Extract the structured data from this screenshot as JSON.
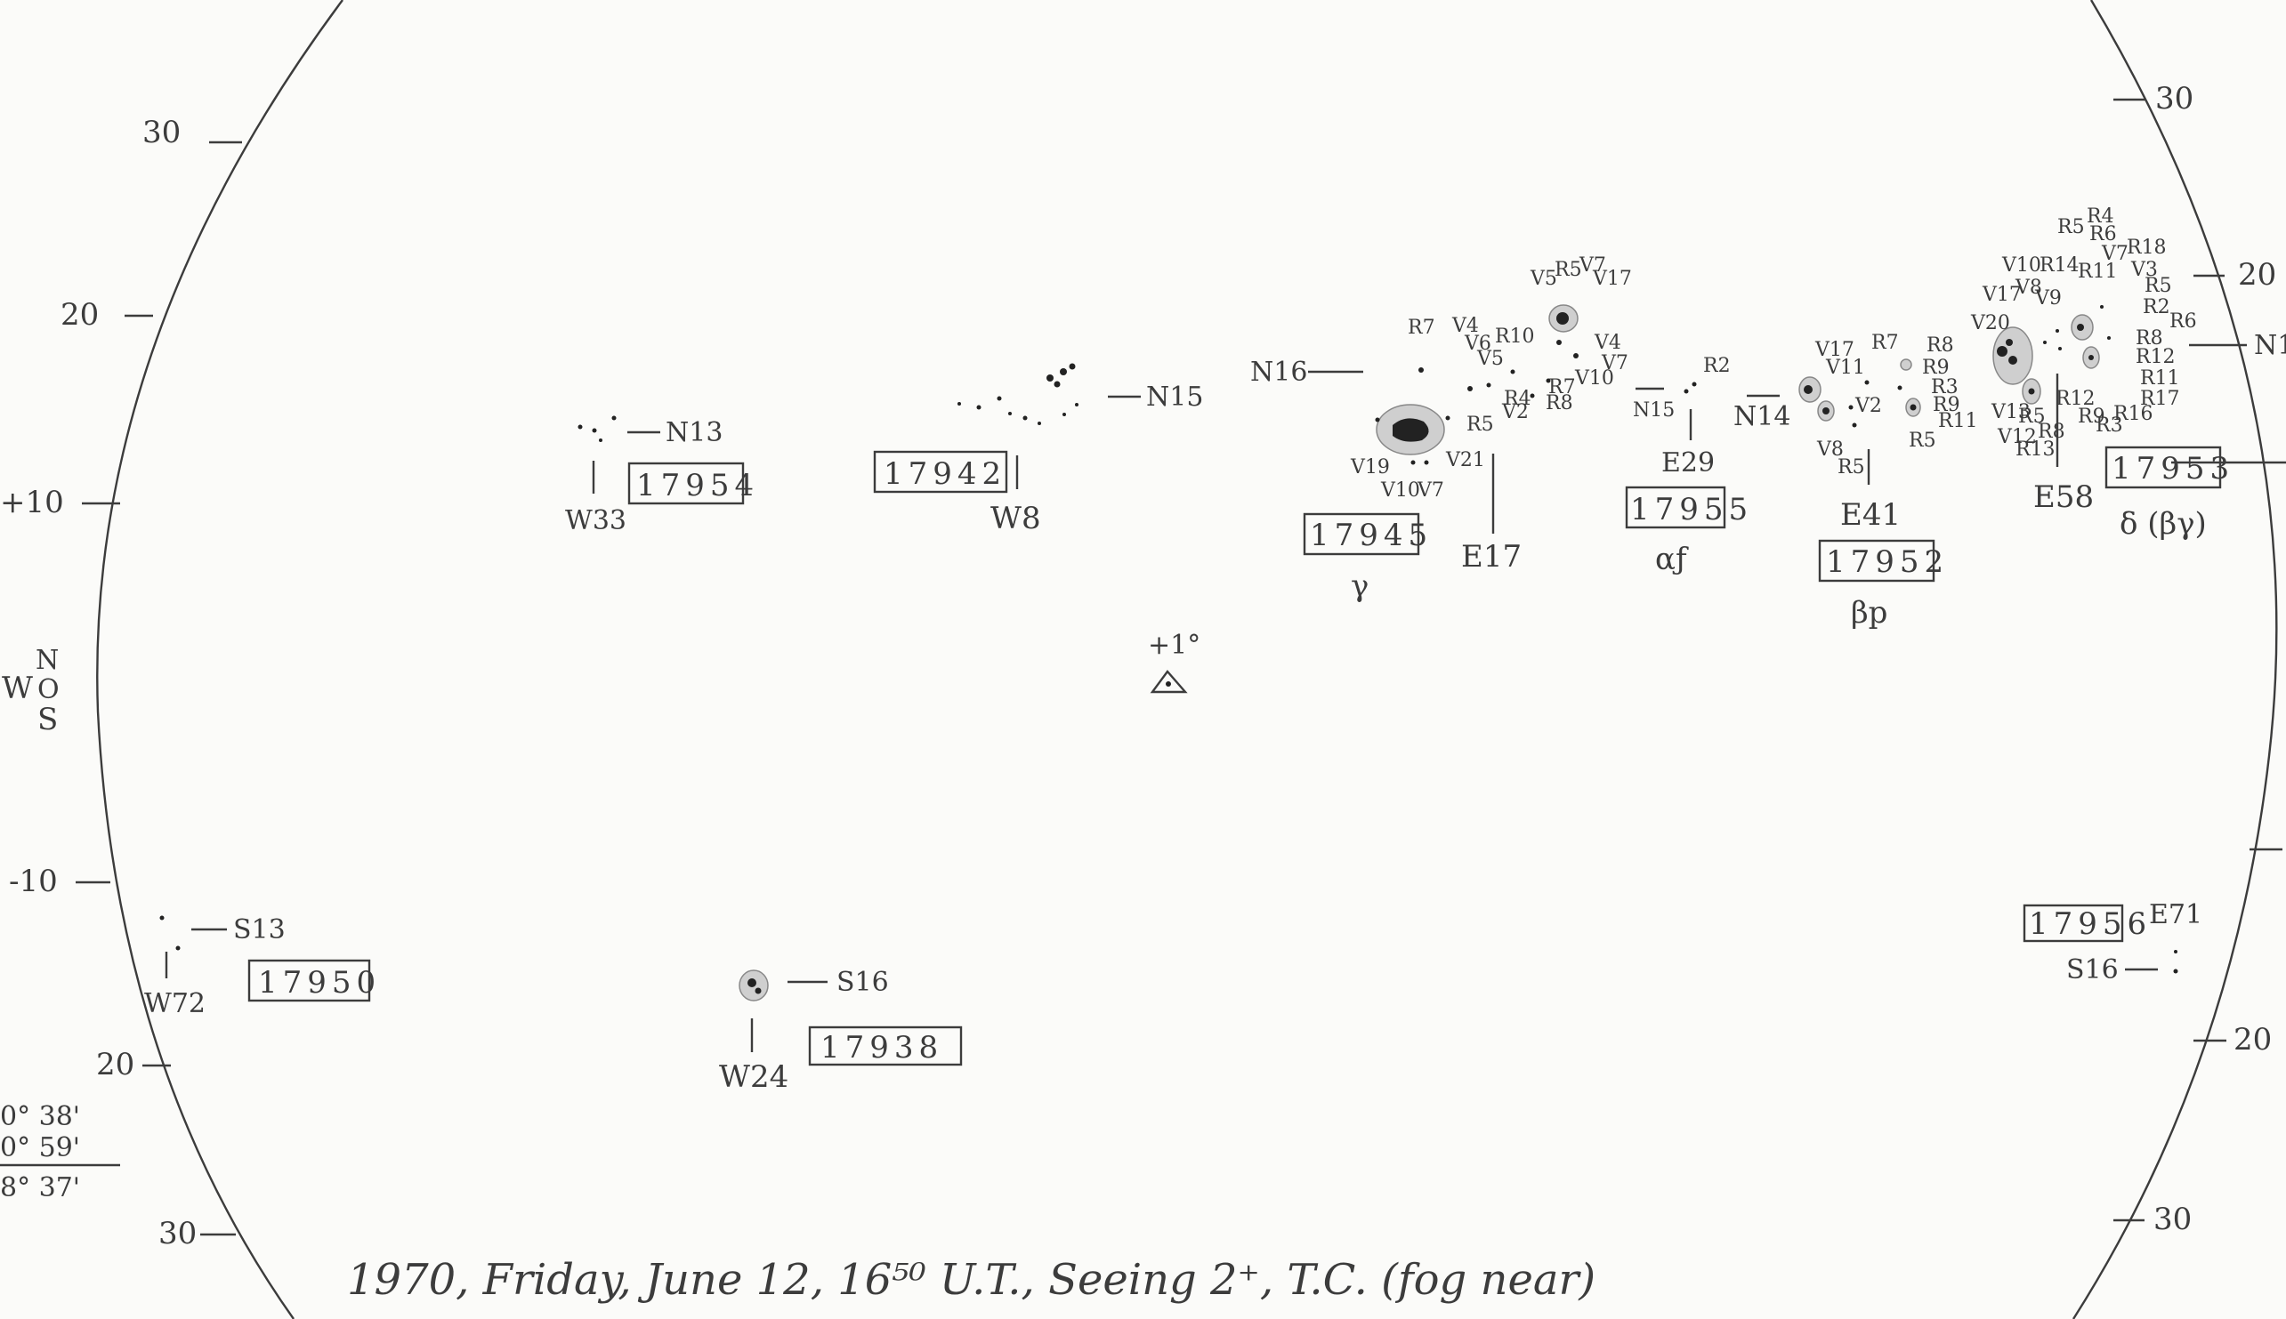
{
  "scale_left": [
    {
      "label": "30"
    },
    {
      "label": "20"
    },
    {
      "label": "+10"
    },
    {
      "label": "-10"
    },
    {
      "label": "20"
    },
    {
      "label": "30"
    }
  ],
  "scale_right": [
    {
      "label": "30"
    },
    {
      "label": "20"
    },
    {
      "label": "20"
    },
    {
      "label": "30"
    }
  ],
  "compass": {
    "n": "N",
    "w": "W",
    "o": "O",
    "s": "S"
  },
  "right_edge_label": "N1",
  "center_marker": {
    "label": "+1°"
  },
  "corner_notes": [
    "0° 38'",
    "0° 59'",
    "8° 37'"
  ],
  "regions": [
    {
      "number": "17954",
      "lat": "N13",
      "lon": "W33"
    },
    {
      "number": "17942",
      "lat": "N15",
      "lon": "W8"
    },
    {
      "number": "17945",
      "lat": "N16",
      "lon": "E17",
      "class": "γ"
    },
    {
      "number": "17955",
      "lat": "N15",
      "lon": "E29",
      "class": "αƒ"
    },
    {
      "number": "17952",
      "lat": "N14",
      "lon": "E41",
      "class": "βp"
    },
    {
      "number": "17953",
      "lat": "N1",
      "lon": "E58",
      "class": "δ (βγ)"
    },
    {
      "number": "17950",
      "lat": "S13",
      "lon": "W72"
    },
    {
      "number": "17938",
      "lat": "S16",
      "lon": "W24"
    },
    {
      "number": "17956",
      "lat": "S16",
      "lon": "E71"
    }
  ],
  "spot_labels": {
    "r17945": [
      "V19",
      "V10",
      "V7",
      "V21",
      "R5",
      "R7",
      "V4",
      "V6",
      "V5",
      "R10",
      "R4",
      "V2",
      "R8",
      "R7",
      "V5",
      "R5",
      "V7",
      "V17",
      "V4",
      "V7",
      "V10"
    ],
    "r17955": [
      "R2"
    ],
    "r17952": [
      "V17",
      "V11",
      "V2",
      "V8",
      "R5",
      "R7",
      "R8",
      "R9",
      "R3",
      "R9",
      "R11",
      "R5"
    ],
    "r17953": [
      "R5",
      "R4",
      "R6",
      "V10",
      "R14",
      "V17",
      "V8",
      "V9",
      "R11",
      "V7",
      "R18",
      "V3",
      "R5",
      "R2",
      "R6",
      "R8",
      "R12",
      "R11",
      "R17",
      "R16",
      "R3",
      "R9",
      "R12",
      "R8",
      "R13",
      "V12",
      "R5",
      "V13",
      "V20"
    ]
  },
  "caption": "1970, Friday, June 12, 16⁵⁰ U.T., Seeing 2⁺, T.C. (fog near)"
}
